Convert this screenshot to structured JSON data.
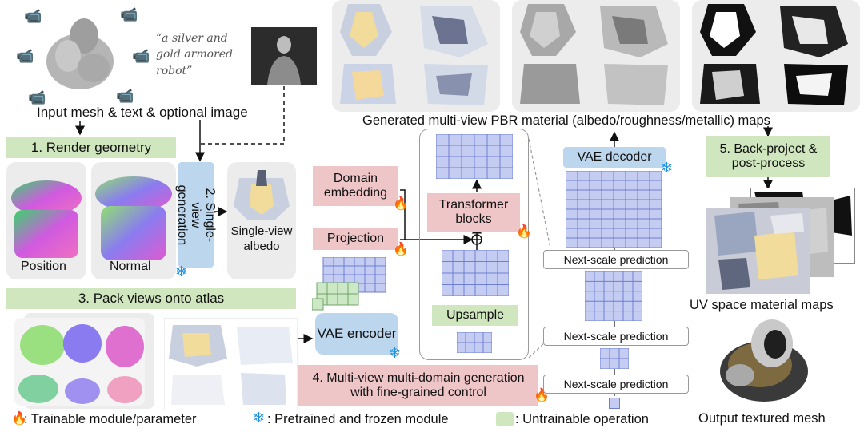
{
  "top": {
    "input_caption": "Input mesh & text & optional image",
    "prompt_text": "“a silver and gold armored robot”",
    "generated_caption": "Generated multi-view PBR material (albedo/roughness/metallic) maps"
  },
  "steps": {
    "render": "1. Render geometry",
    "single_view": "2. Single-view generation",
    "pack": "3. Pack views onto atlas",
    "multiview": "4. Multi-view multi-domain generation with fine-grained control",
    "backproject": "5. Back-project & post-process"
  },
  "render_labels": {
    "position": "Position",
    "normal": "Normal",
    "albedo": "Single-view albedo"
  },
  "modules": {
    "domain_embedding": "Domain embedding",
    "projection": "Projection",
    "vae_encoder": "VAE encoder",
    "transformer": "Transformer blocks",
    "upsample": "Upsample",
    "vae_decoder": "VAE decoder",
    "next_scale": "Next-scale prediction"
  },
  "outputs": {
    "uv_maps": "UV space material maps",
    "textured_mesh": "Output textured mesh"
  },
  "legend": {
    "trainable": ": Trainable module/parameter",
    "frozen": ": Pretrained and frozen module",
    "untrainable": ": Untrainable operation"
  },
  "colors": {
    "green": "#cfe6be",
    "red": "#efc6c8",
    "blue": "#bcd6ee",
    "grid_fill": "#c4ccf2",
    "grid_line": "#6f7fd0",
    "flame": "#e23b17",
    "snowflake": "#1e90e0"
  }
}
